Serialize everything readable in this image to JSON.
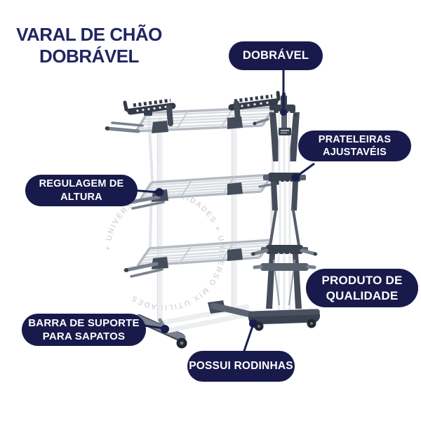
{
  "title": {
    "line1": "VARAL DE CHÃO",
    "line2": "DOBRÁVEL"
  },
  "badges": {
    "dobravel": {
      "label": "DOBRÁVEL"
    },
    "prateleiras": {
      "line1": "PRATELEIRAS",
      "line2": "AJUSTAVÉIS"
    },
    "regulagem": {
      "line1": "REGULAGEM DE",
      "line2": "ALTURA"
    },
    "produto": {
      "line1": "PRODUTO DE",
      "line2": "QUALIDADE"
    },
    "barra": {
      "line1": "BARRA DE SUPORTE",
      "line2": "PARA SAPATOS"
    },
    "rodinhas": {
      "label": "POSSUI RODINHAS"
    }
  },
  "watermark": {
    "text": "UNIVERSO MIX UTILIDADES",
    "repeated": "+ UNIVERSO MIX UTILIDADES + UNIVERSO MIX UTILIDADES "
  },
  "colors": {
    "badge_navy": "#181a4b",
    "title_navy": "#222560",
    "callout_navy": "#1b1d4e",
    "watermark_gray": "#c7c7c7",
    "plastic_dark": "#39404e",
    "plastic_gray": "#79818e",
    "metal_light": "#eceef1",
    "background": "#ffffff"
  }
}
